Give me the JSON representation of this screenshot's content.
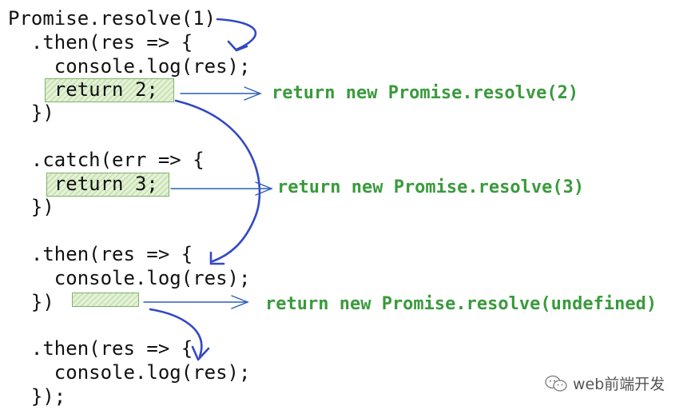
{
  "code_lines": [
    "Promise.resolve(1)",
    "  .then(res => {",
    "    console.log(res);",
    "    return 2;",
    "  })",
    "  .catch(err => {",
    "    return 3;",
    "  })",
    "  .then(res => {",
    "    console.log(res);",
    "  })",
    "  .then(res => {",
    "    console.log(res);",
    "  });"
  ],
  "annotations": {
    "first": "return new Promise.resolve(2)",
    "second": "return new Promise.resolve(3)",
    "third": "return new Promise.resolve(undefined)"
  },
  "watermark": "web前端开发",
  "colors": {
    "code": "#111111",
    "annotation": "#3a9a3c",
    "arrow": "#3349c4",
    "highlight": "#c9e3b4"
  }
}
